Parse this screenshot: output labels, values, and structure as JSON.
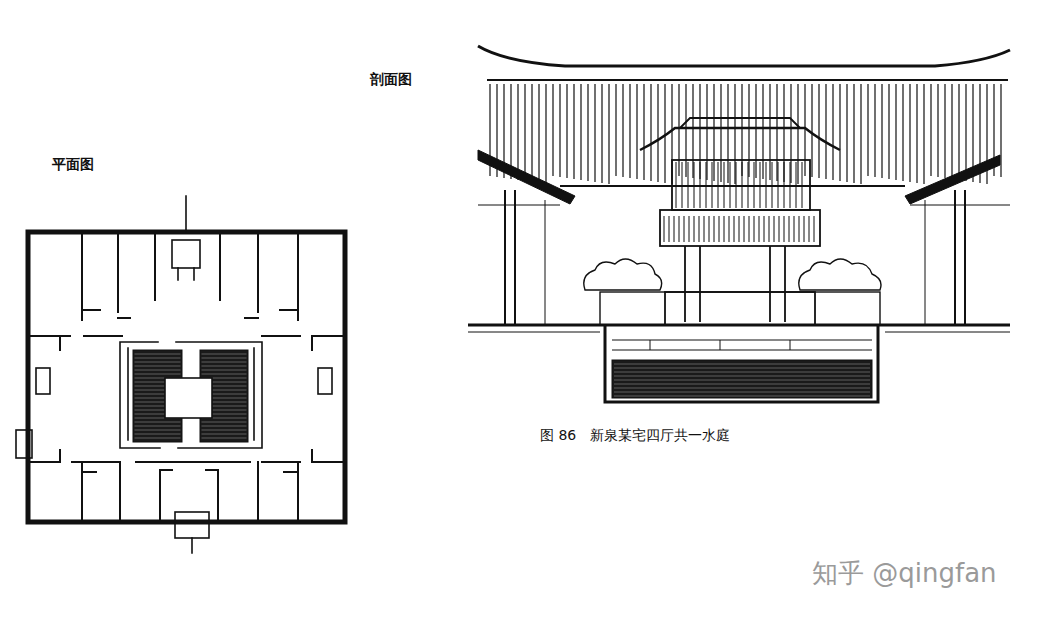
{
  "diagram": {
    "caption": "图 86　新泉某宅四厅共一水庭",
    "labels": [
      "平面图",
      "剖面图",
      "知乎 @qingfan"
    ]
  }
}
